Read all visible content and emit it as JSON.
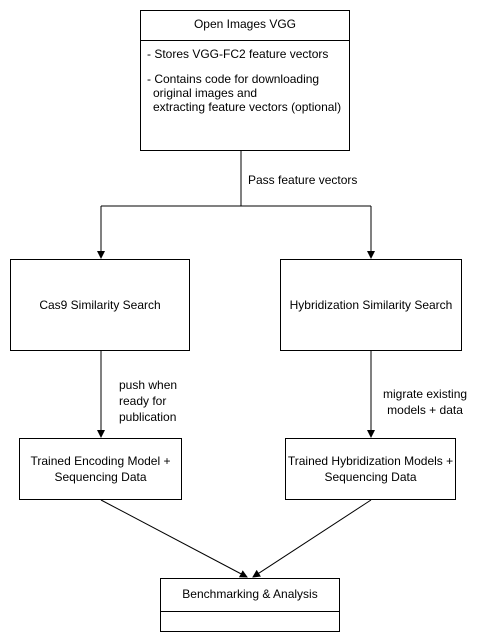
{
  "nodes": {
    "open_images": {
      "title": "Open Images VGG",
      "bullet1": "- Stores VGG-FC2 feature vectors",
      "bullet2_line1": "- Contains code for downloading",
      "bullet2_line2": "original images and",
      "bullet2_line3": "extracting feature vectors (optional)"
    },
    "cas9": {
      "label": "Cas9 Similarity Search"
    },
    "hybridization": {
      "label": "Hybridization Similarity Search"
    },
    "trained_encoding": {
      "line1": "Trained Encoding Model +",
      "line2": "Sequencing Data"
    },
    "trained_hybridization": {
      "line1": "Trained Hybridization Models +",
      "line2": "Sequencing Data"
    },
    "benchmarking": {
      "label": "Benchmarking & Analysis"
    }
  },
  "edges": {
    "pass_label": "Pass feature vectors",
    "push_line1": "push when",
    "push_line2": "ready for",
    "push_line3": "publication",
    "migrate_line1": "migrate existing",
    "migrate_line2": "models + data"
  }
}
